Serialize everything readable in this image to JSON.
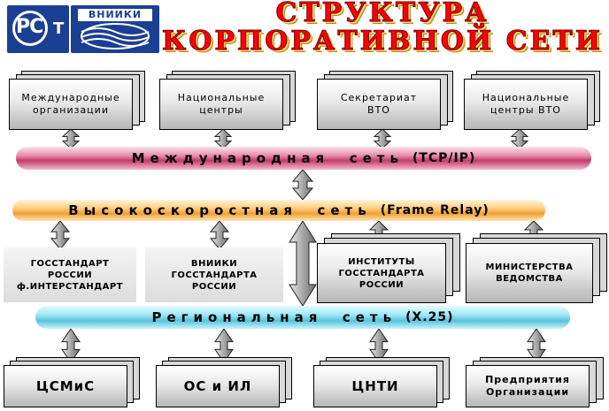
{
  "logos": {
    "gost_letters": "РС",
    "gost_suffix": "Т",
    "vniiki_text": "ВНИИКИ"
  },
  "title": {
    "line1": "СТРУКТУРА",
    "line2": "КОРПОРАТИВНОЙ   СЕТИ",
    "color": "#ff0000"
  },
  "top_boxes": [
    "Международные\nорганизации",
    "Национальные\nцентры",
    "Секретариат\nВТО",
    "Национальные\nцентры ВТО"
  ],
  "networks": {
    "international": {
      "label": "Международная  сеть",
      "suffix": "(TCP/IP)",
      "color": "#d64a7d"
    },
    "highspeed": {
      "label": "Высокоскоростная  сеть",
      "suffix": "(Frame Relay)",
      "color": "#f7a83a"
    },
    "regional": {
      "label": "Региональная  сеть",
      "suffix": "(X.25)",
      "color": "#6cd0e6"
    }
  },
  "middle_boxes": [
    "ГОССТАНДАРТ\nРОССИИ\nф.ИНТЕРСТАНДАРТ",
    "ВНИИКИ\nГОССТАНДАРТА\nРОССИИ",
    "ИНСТИТУТЫ\nГОССТАНДАРТА\nРОССИИ",
    "МИНИСТЕРСТВА\nВЕДОМСТВА"
  ],
  "bottom_boxes": [
    "ЦСМиС",
    "ОС  и  ИЛ",
    "ЦНТИ",
    "Предприятия\nОрганизации"
  ]
}
